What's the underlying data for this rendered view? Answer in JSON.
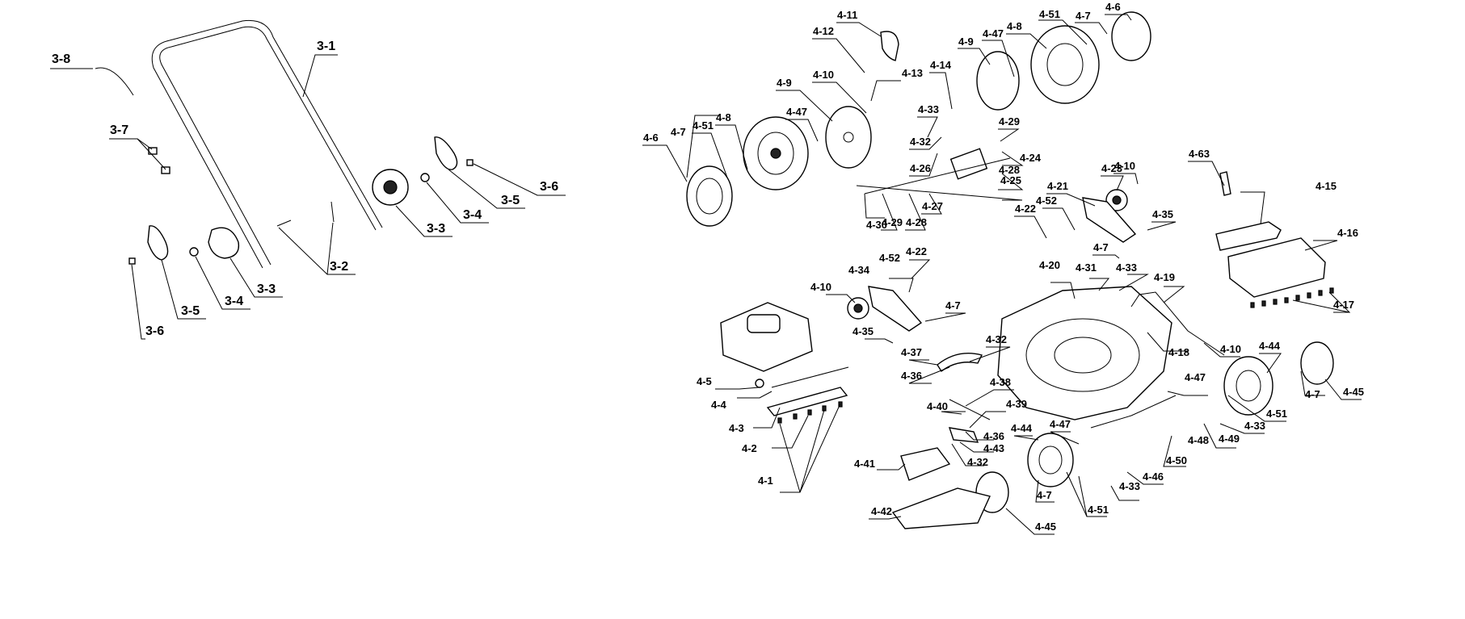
{
  "labels": {
    "l3_1": "3-1",
    "l3_2": "3-2",
    "l3_3a": "3-3",
    "l3_3b": "3-3",
    "l3_4a": "3-4",
    "l3_4b": "3-4",
    "l3_5a": "3-5",
    "l3_5b": "3-5",
    "l3_6a": "3-6",
    "l3_6b": "3-6",
    "l3_7": "3-7",
    "l3_8": "3-8",
    "l4_11": "4-11",
    "l4_12": "4-12",
    "l4_10a": "4-10",
    "l4_13": "4-13",
    "l4_14": "4-14",
    "l4_9a": "4-9",
    "l4_9b": "4-9",
    "l4_47a": "4-47",
    "l4_47b": "4-47",
    "l4_8a": "4-8",
    "l4_8b": "4-8",
    "l4_51a": "4-51",
    "l4_51b": "4-51",
    "l4_7a": "4-7",
    "l4_7b": "4-7",
    "l4_6a": "4-6",
    "l4_6b": "4-6",
    "l4_33a": "4-33",
    "l4_32a": "4-32",
    "l4_26": "4-26",
    "l4_29a": "4-29",
    "l4_24": "4-24",
    "l4_28a": "4-28",
    "l4_25": "4-25",
    "l4_27": "4-27",
    "l4_28b": "4-28",
    "l4_29b": "4-29",
    "l4_30": "4-30",
    "l4_63": "4-63",
    "l4_23": "4-23",
    "l4_10b": "4-10",
    "l4_21": "4-21",
    "l4_52a": "4-52",
    "l4_35a": "4-35",
    "l4_22a": "4-22",
    "l4_7c": "4-7",
    "l4_15": "4-15",
    "l4_16": "4-16",
    "l4_17": "4-17",
    "l4_20": "4-20",
    "l4_31": "4-31",
    "l4_33b": "4-33",
    "l4_19": "4-19",
    "l4_52b": "4-52",
    "l4_22b": "4-22",
    "l4_34": "4-34",
    "l4_10c": "4-10",
    "l4_7d": "4-7",
    "l4_35b": "4-35",
    "l4_32b": "4-32",
    "l4_37": "4-37",
    "l4_36a": "4-36",
    "l4_18": "4-18",
    "l4_10d": "4-10",
    "l4_44a": "4-44",
    "l4_5": "4-5",
    "l4_4": "4-4",
    "l4_3": "4-3",
    "l4_2": "4-2",
    "l4_1": "4-1",
    "l4_38": "4-38",
    "l4_40": "4-40",
    "l4_39": "4-39",
    "l4_36b": "4-36",
    "l4_43": "4-43",
    "l4_32c": "4-32",
    "l4_44b": "4-44",
    "l4_47c": "4-47",
    "l4_47d": "4-47",
    "l4_48": "4-48",
    "l4_49": "4-49",
    "l4_33c": "4-33",
    "l4_51c": "4-51",
    "l4_7e": "4-7",
    "l4_45a": "4-45",
    "l4_50": "4-50",
    "l4_46": "4-46",
    "l4_33d": "4-33",
    "l4_51d": "4-51",
    "l4_7f": "4-7",
    "l4_45b": "4-45",
    "l4_41": "4-41",
    "l4_42": "4-42"
  }
}
